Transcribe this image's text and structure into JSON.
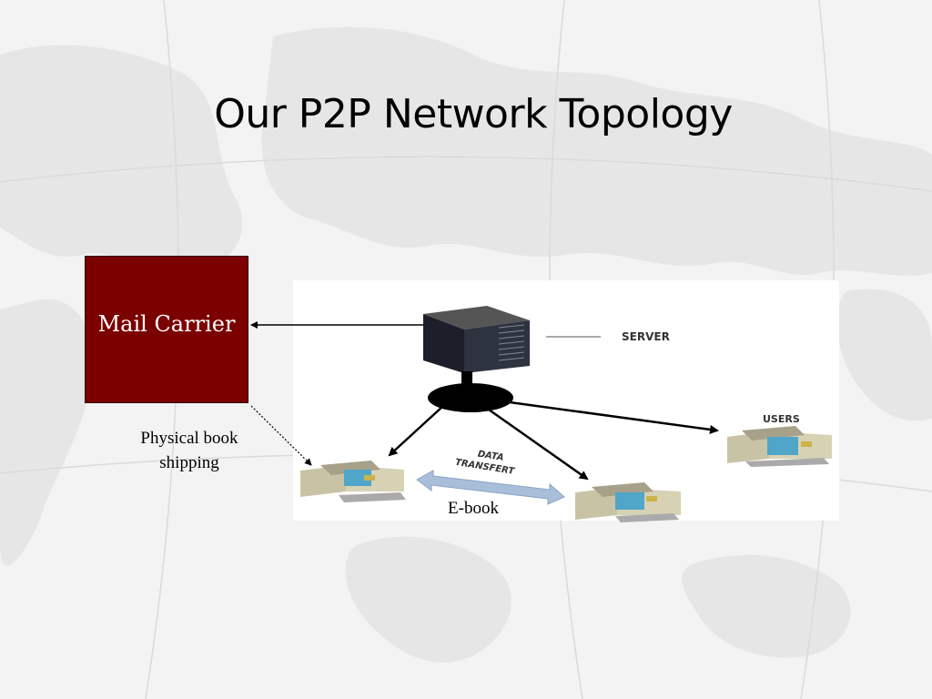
{
  "slide": {
    "title": "Our P2P Network Topology"
  },
  "diagram": {
    "mail_carrier_label": "Mail Carrier",
    "server_label": "SERVER",
    "users_label": "USERS",
    "data_transfer_line1": "DATA",
    "data_transfer_line2": "TRANSFERT",
    "physical_caption_line1": "Physical book",
    "physical_caption_line2": "shipping",
    "ebook_caption": "E-book"
  },
  "colors": {
    "mail_box": "#7b0000",
    "background": "#f3f3f3",
    "transfer_arrow": "#9fb7d4"
  }
}
